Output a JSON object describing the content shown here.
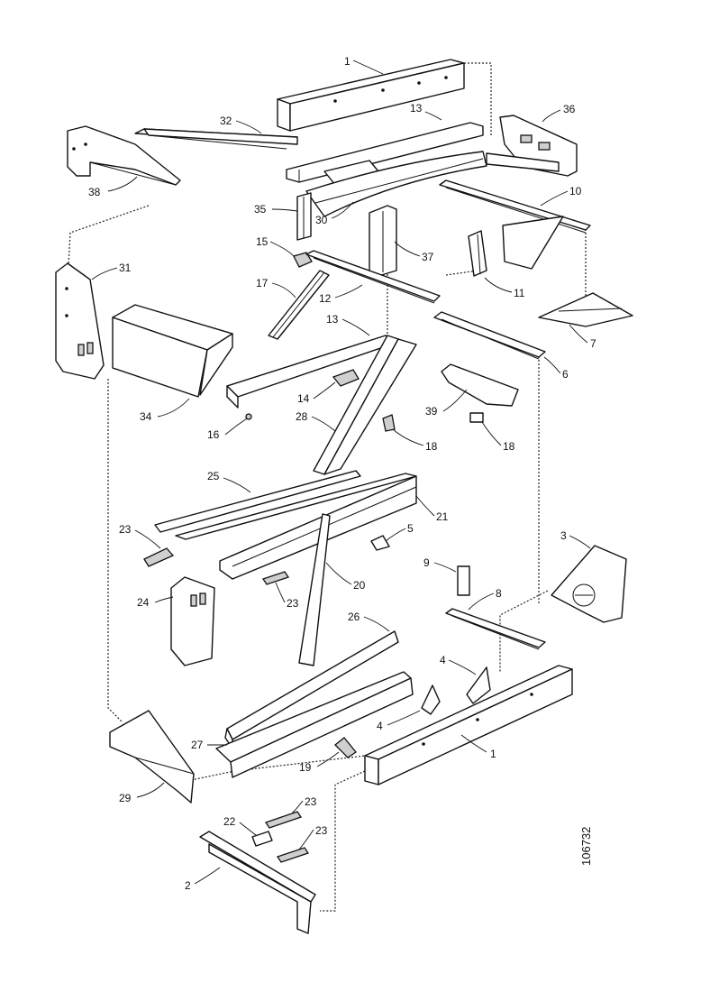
{
  "drawing_number": "106732",
  "callouts": [
    {
      "id": "c1-top",
      "text": "1"
    },
    {
      "id": "c32",
      "text": "32"
    },
    {
      "id": "c13-top",
      "text": "13"
    },
    {
      "id": "c36",
      "text": "36"
    },
    {
      "id": "c38",
      "text": "38"
    },
    {
      "id": "c10",
      "text": "10"
    },
    {
      "id": "c35",
      "text": "35"
    },
    {
      "id": "c30",
      "text": "30"
    },
    {
      "id": "c15",
      "text": "15"
    },
    {
      "id": "c37",
      "text": "37"
    },
    {
      "id": "c31",
      "text": "31"
    },
    {
      "id": "c17",
      "text": "17"
    },
    {
      "id": "c12",
      "text": "12"
    },
    {
      "id": "c11",
      "text": "11"
    },
    {
      "id": "c7",
      "text": "7"
    },
    {
      "id": "c13-mid",
      "text": "13"
    },
    {
      "id": "c6",
      "text": "6"
    },
    {
      "id": "c14",
      "text": "14"
    },
    {
      "id": "c34",
      "text": "34"
    },
    {
      "id": "c16",
      "text": "16"
    },
    {
      "id": "c28",
      "text": "28"
    },
    {
      "id": "c39",
      "text": "39"
    },
    {
      "id": "c18-left",
      "text": "18"
    },
    {
      "id": "c18-right",
      "text": "18"
    },
    {
      "id": "c25",
      "text": "25"
    },
    {
      "id": "c21",
      "text": "21"
    },
    {
      "id": "c23-left",
      "text": "23"
    },
    {
      "id": "c5",
      "text": "5"
    },
    {
      "id": "c3",
      "text": "3"
    },
    {
      "id": "c9",
      "text": "9"
    },
    {
      "id": "c24",
      "text": "24"
    },
    {
      "id": "c23-mid",
      "text": "23"
    },
    {
      "id": "c20",
      "text": "20"
    },
    {
      "id": "c8",
      "text": "8"
    },
    {
      "id": "c26",
      "text": "26"
    },
    {
      "id": "c4-top",
      "text": "4"
    },
    {
      "id": "c4-bot",
      "text": "4"
    },
    {
      "id": "c27",
      "text": "27"
    },
    {
      "id": "c1-bot",
      "text": "1"
    },
    {
      "id": "c19",
      "text": "19"
    },
    {
      "id": "c29",
      "text": "29"
    },
    {
      "id": "c23-b1",
      "text": "23"
    },
    {
      "id": "c22",
      "text": "22"
    },
    {
      "id": "c23-b2",
      "text": "23"
    },
    {
      "id": "c2",
      "text": "2"
    }
  ]
}
